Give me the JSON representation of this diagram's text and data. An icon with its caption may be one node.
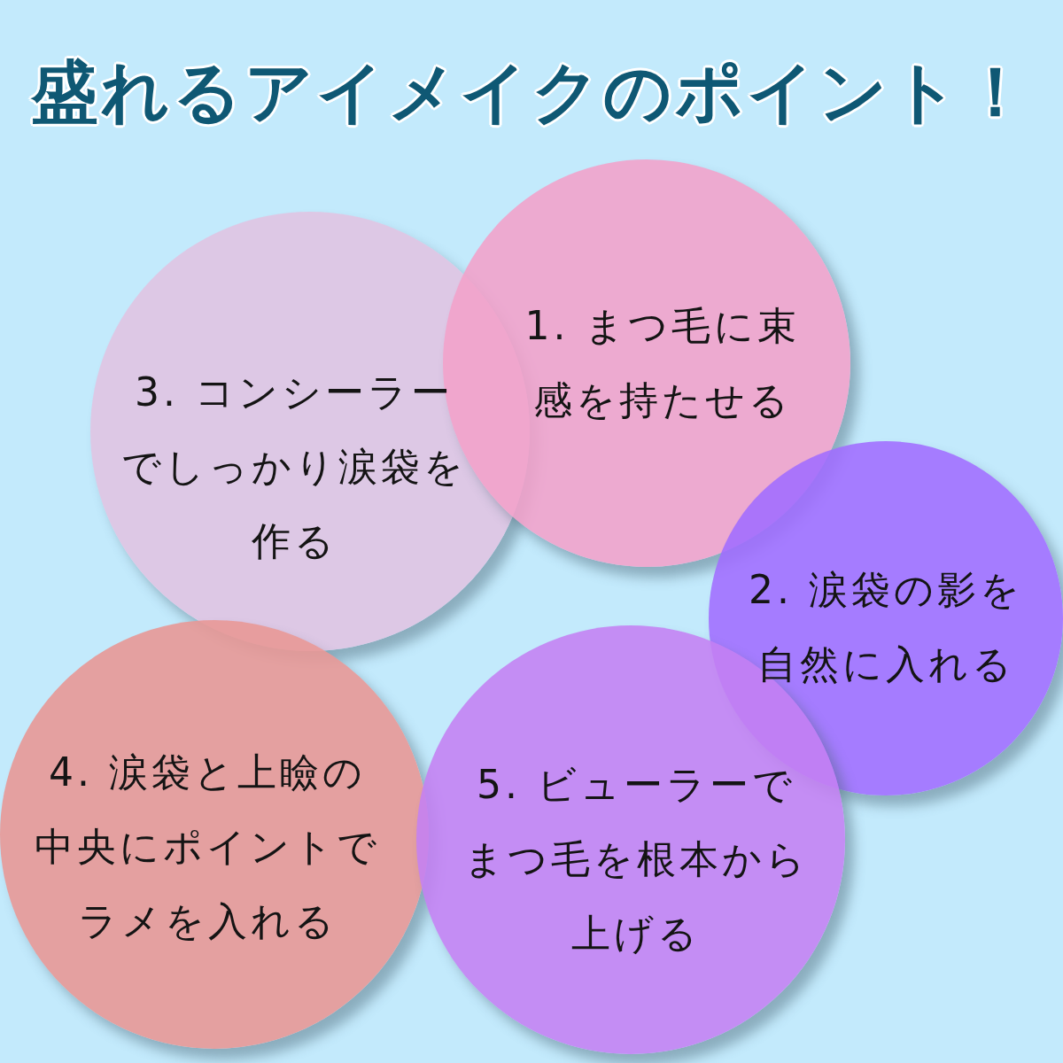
{
  "diagram": {
    "title": "盛れるアイメイクのポイント！",
    "nodes": [
      {
        "text": [
          "1. まつ毛に束感を持たせる"
        ]
      },
      {
        "text": [
          "2. 涙袋の影を自然に入れる"
        ]
      },
      {
        "text": [
          "3. コンシーラーでしっかり涙袋を作る"
        ]
      },
      {
        "text": [
          "4. 涙袋と上瞼の中央にポイントでラメを入れる"
        ]
      },
      {
        "text": [
          "5. ビューラーでまつ毛を根本から上げる"
        ]
      }
    ]
  }
}
